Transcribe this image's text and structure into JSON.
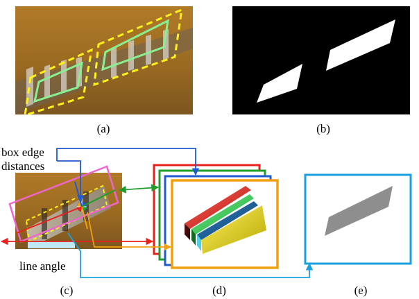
{
  "panels": {
    "a": {
      "caption": "(a)"
    },
    "b": {
      "caption": "(b)"
    },
    "c": {
      "caption": "(c)"
    },
    "d": {
      "caption": "(d)"
    },
    "e": {
      "caption": "(e)"
    }
  },
  "annotations": {
    "box_edge_line1": "box edge",
    "box_edge_line2": "distances",
    "line_angle": "line angle"
  },
  "colors": {
    "red": "#e8201e",
    "green": "#1f9e2c",
    "blue": "#1f5ad0",
    "orange": "#f0a010",
    "light_blue": "#1aa0e0",
    "pink": "#ee66cc",
    "yellow_dash": "#fff21a",
    "mint": "#88f090",
    "brown_bg": "#9a6820"
  }
}
